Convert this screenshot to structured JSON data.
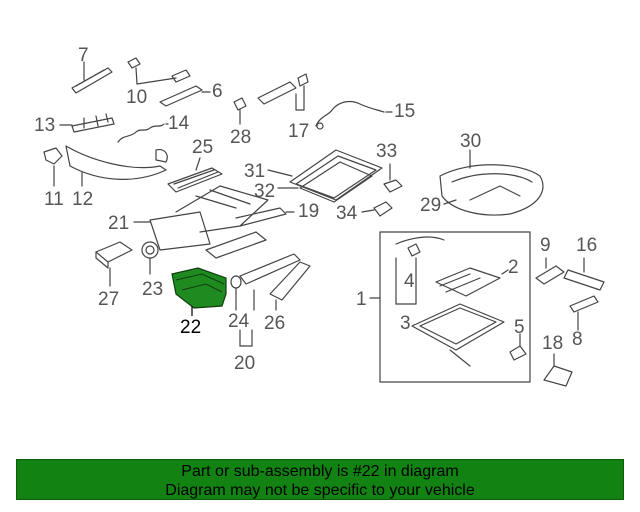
{
  "diagram": {
    "callouts": {
      "c1": "1",
      "c2": "2",
      "c3": "3",
      "c4": "4",
      "c5": "5",
      "c6": "6",
      "c7": "7",
      "c8": "8",
      "c9": "9",
      "c10": "10",
      "c11": "11",
      "c12": "12",
      "c13": "13",
      "c14": "14",
      "c15": "15",
      "c16": "16",
      "c17": "17",
      "c18": "18",
      "c19": "19",
      "c20": "20",
      "c21": "21",
      "c22": "22",
      "c23": "23",
      "c24": "24",
      "c25": "25",
      "c26": "26",
      "c27": "27",
      "c28": "28",
      "c29": "29",
      "c30": "30",
      "c31": "31",
      "c32": "32",
      "c33": "33",
      "c34": "34"
    },
    "highlighted_part": "22",
    "highlight_color": "#1f8a1f"
  },
  "banner": {
    "line1": "Part or sub-assembly is #22 in diagram",
    "line2": "Diagram may not be specific to your vehicle",
    "background": "#128212"
  }
}
